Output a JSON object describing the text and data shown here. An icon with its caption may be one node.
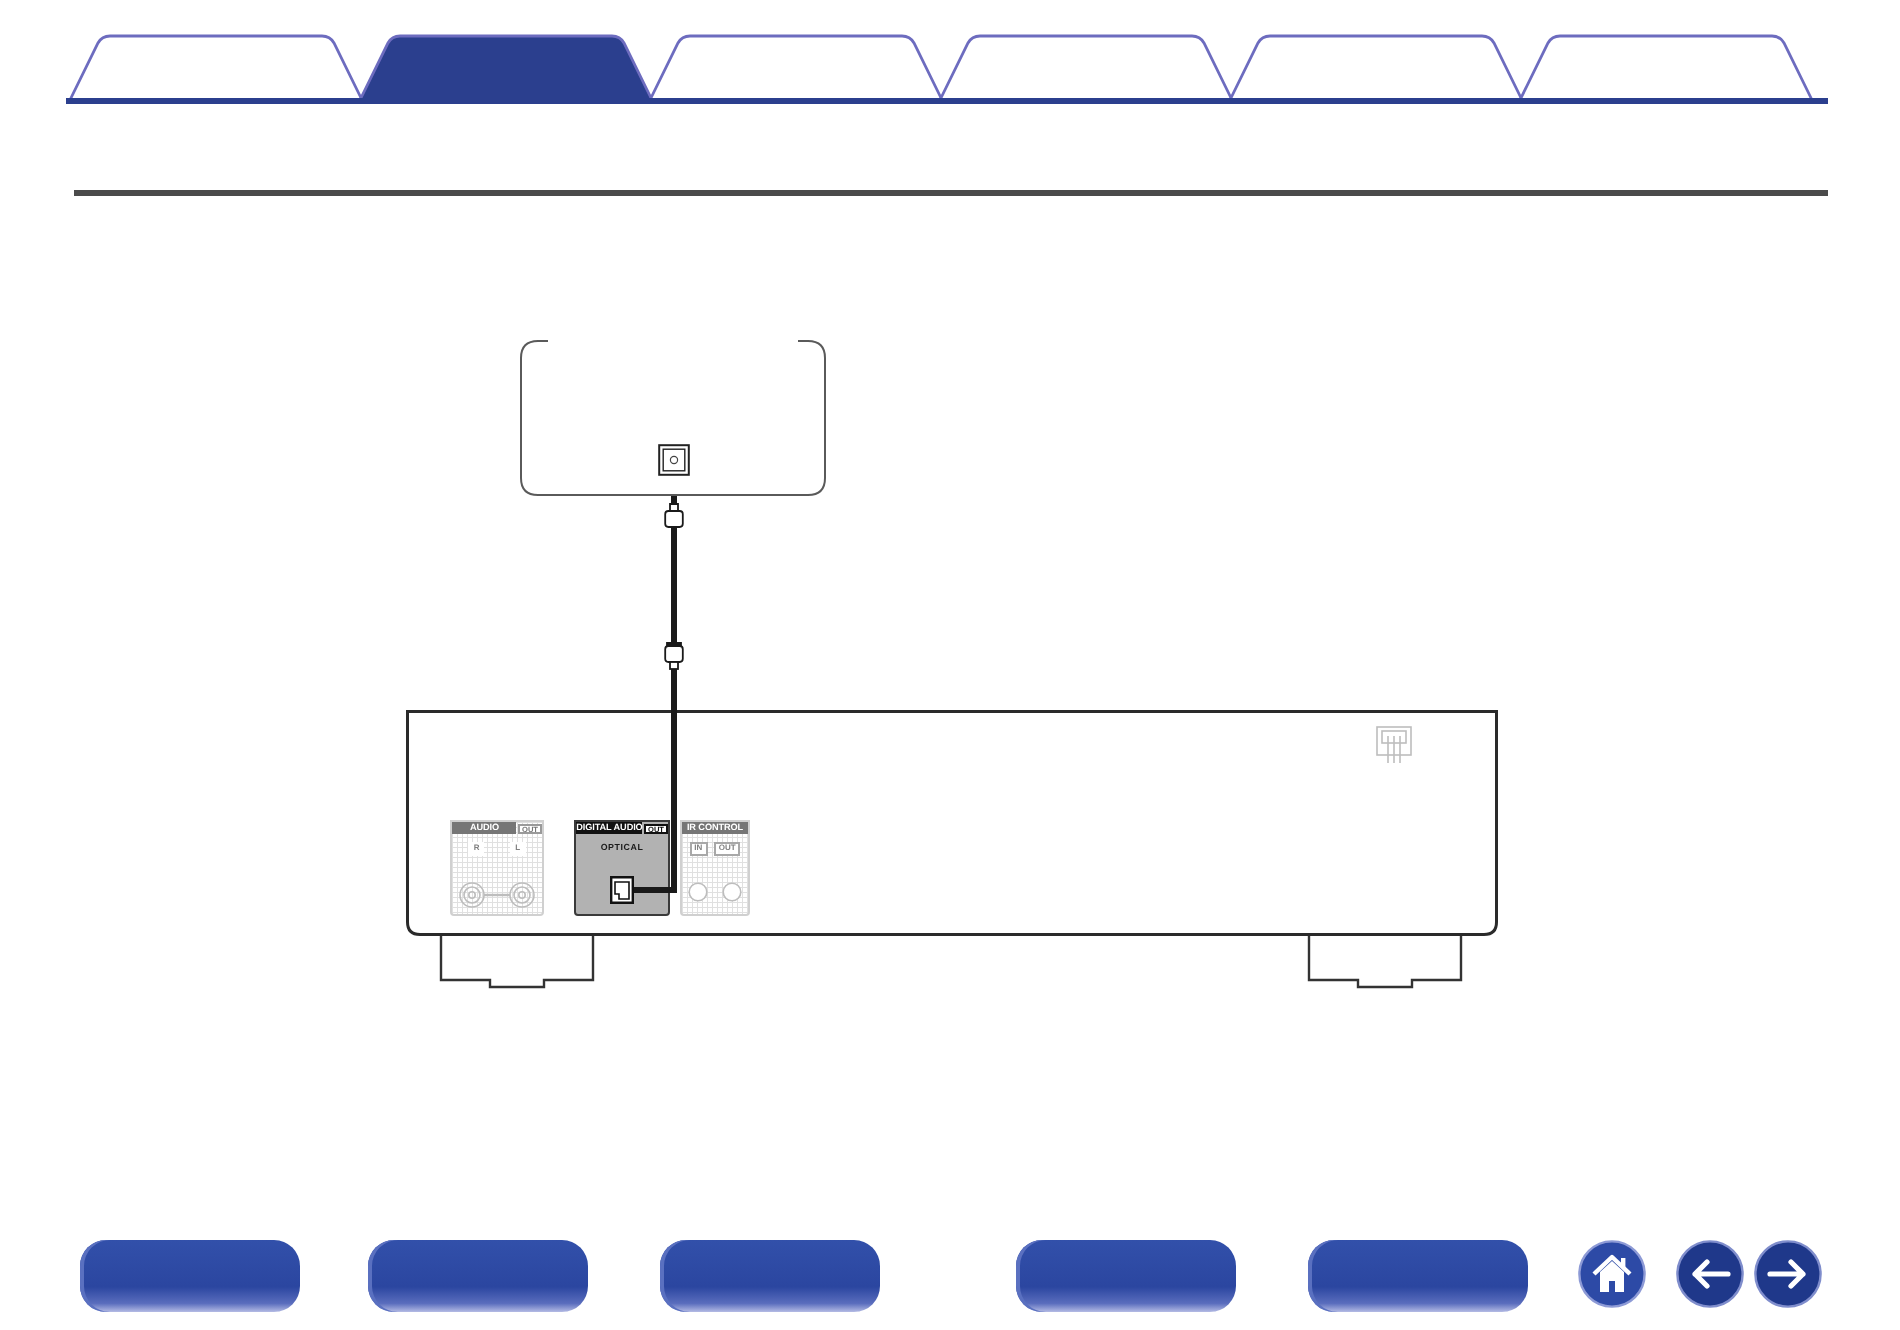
{
  "diagram": {
    "nodes": [
      {
        "text": [],
        "shape": "box"
      },
      {
        "text": [],
        "shape": "box"
      },
      {
        "text": [
          "AUDIO",
          "OUT",
          "R",
          "L"
        ],
        "in": 1
      },
      {
        "text": [
          "DIGITAL AUDIO",
          "OUT",
          "OPTICAL"
        ],
        "in": 1
      },
      {
        "text": [],
        "shape": "box",
        "in": 3
      },
      {
        "text": [
          "IR CONTROL",
          "IN",
          "OUT"
        ],
        "in": 1
      }
    ],
    "edges": [
      {
        "from": 0,
        "to": 4,
        "arrow": "other"
      }
    ]
  }
}
